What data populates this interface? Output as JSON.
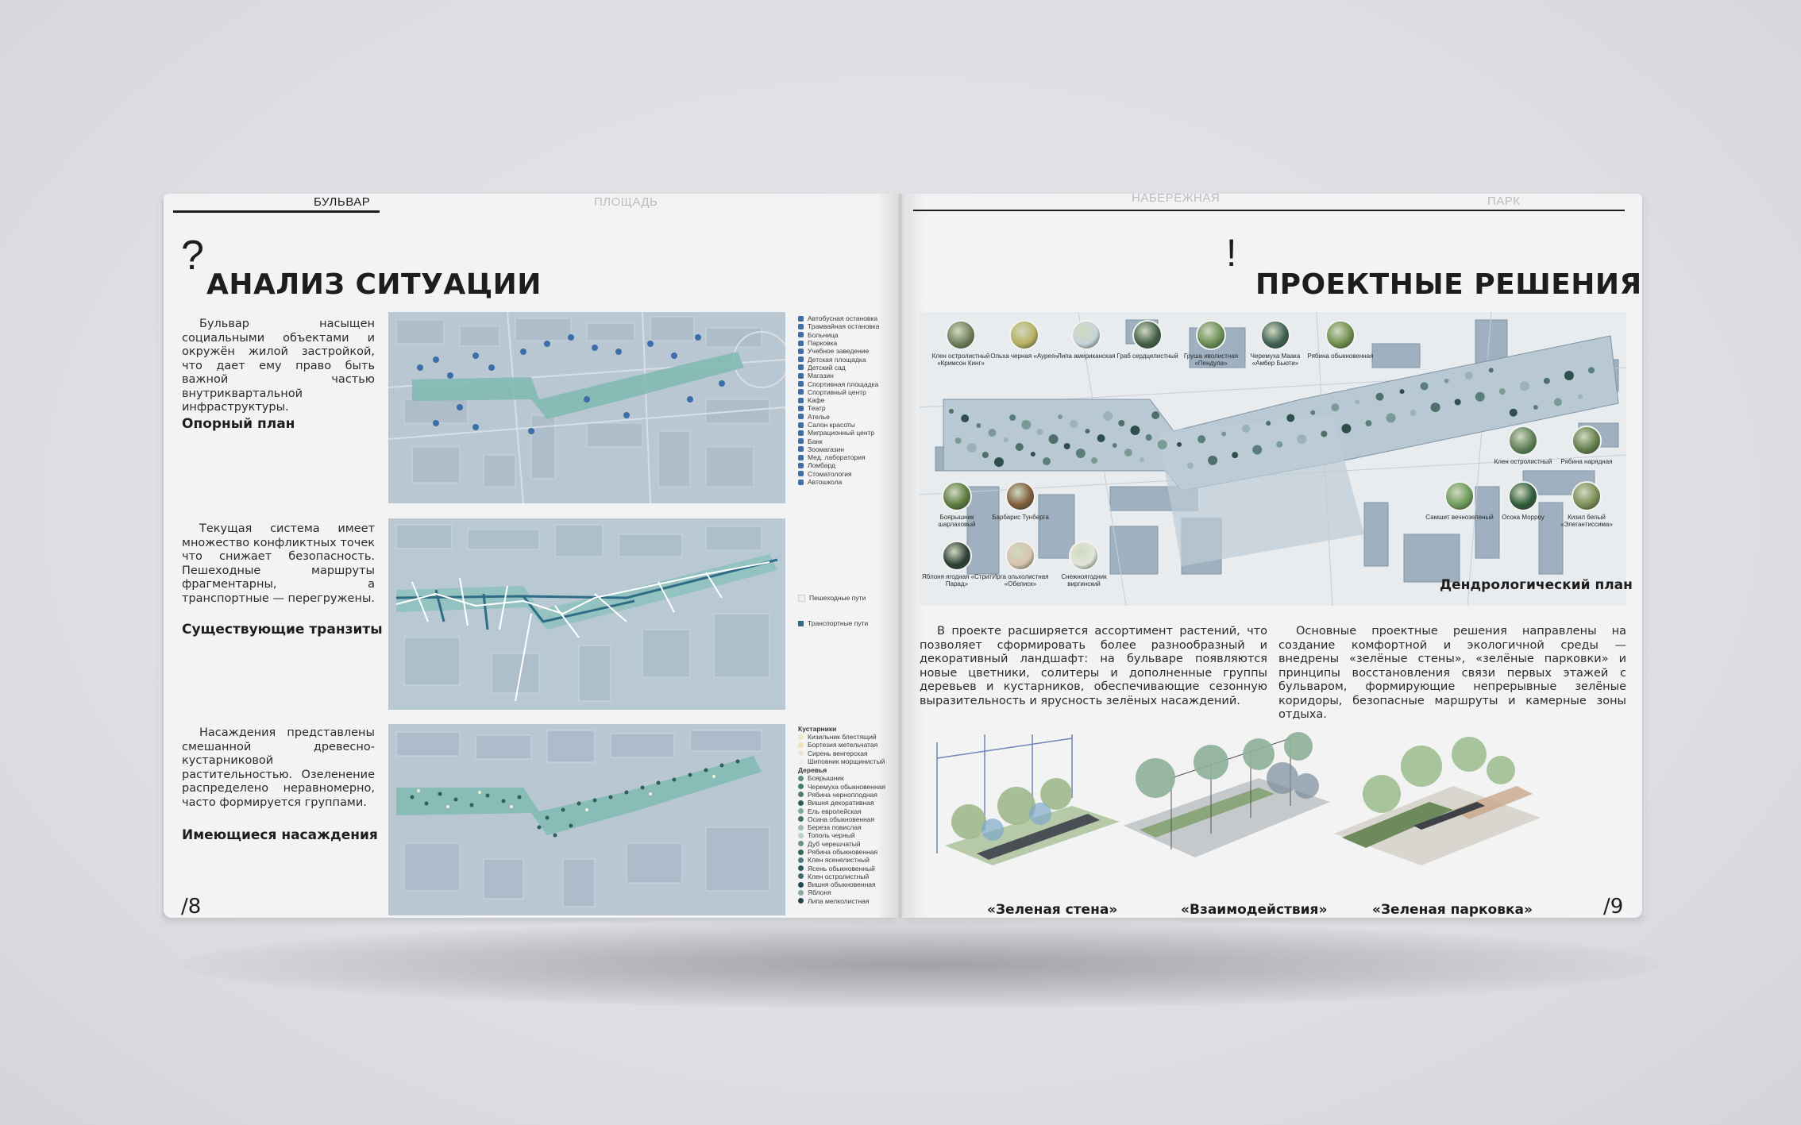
{
  "nav": {
    "left": [
      "БУЛЬВАР",
      "ПЛОЩАДЬ"
    ],
    "right": [
      "НАБЕРЕЖНАЯ",
      "ПАРК"
    ]
  },
  "left_page": {
    "mark": "?",
    "title": "АНАЛИЗ СИТУАЦИИ",
    "sections": [
      {
        "text": "Бульвар насыщен социальными объектами и окружён жилой застройкой, что дает ему право быть важной частью внутриквартальной инфраструктуры.",
        "heading": "Опорный план"
      },
      {
        "text": "Текущая система имеет множество конфликтных точек что снижает безопасность. Пешеходные маршруты фрагментарны, а транспортные — перегружены.",
        "heading": "Существующие транзиты"
      },
      {
        "text": "Насаждения представлены смешанной древесно-кустарниковой растительностью. Озеленение распределено неравномерно, часто формируется группами.",
        "heading": "Имеющиеся насаждения"
      }
    ],
    "page_number": "/8",
    "legend1": [
      "Автобусная остановка",
      "Трамвайная остановка",
      "Больница",
      "Парковка",
      "Учебное заведение",
      "Детская площадка",
      "Детский сад",
      "Магазин",
      "Спортивная площадка",
      "Спортивный центр",
      "Кафе",
      "Театр",
      "Ателье",
      "Салон красоты",
      "Миграционный центр",
      "Банк",
      "Зоомагазин",
      "Мед. лаборатория",
      "Ломбард",
      "Стоматология",
      "Автошкола"
    ],
    "legend2": [
      "Пешеходные пути",
      "Транспортные пути"
    ],
    "legend3": {
      "shrubs_title": "Кустарники",
      "shrubs": [
        "Кизильник блестящий",
        "Бортезия метельчатая",
        "Сирень венгерская",
        "Шиповник морщинистый"
      ],
      "trees_title": "Деревья",
      "trees": [
        "Боярышник",
        "Черемуха обыкновенная",
        "Рябина черноплодная",
        "Вишня декоративная",
        "Ель европейская",
        "Осина обыкновенная",
        "Береза повислая",
        "Тополь черный",
        "Дуб черешчатый",
        "Рябина обыкновенная",
        "Клен ясенелистный",
        "Ясень обыкновенный",
        "Клен остролистный",
        "Вишня обыкновенная",
        "Яблоня",
        "Липа мелколистная"
      ]
    }
  },
  "right_page": {
    "mark": "!",
    "title": "ПРОЕКТНЫЕ РЕШЕНИЯ",
    "plan_title": "Дендрологический план",
    "plant_labels_top": [
      "Клен остролистный «Кримсон Кинг»",
      "Ольха черная «Аурея»",
      "Липа американская",
      "Граб сердцелистный",
      "Груша иволистная «Пендула»",
      "Черемуха Маака «Амбер Бьюти»",
      "Рябина обыкновенная"
    ],
    "plant_labels_left": [
      "Боярышник шарлаховый",
      "Барбарис Тунберга",
      "Яблоня ягодная «Стрит Парад»",
      "Ирга ольхолистная «Обелиск»",
      "Снежноягодник виргинский"
    ],
    "plant_labels_right": [
      "Клен остролистный",
      "Рябина нарядная",
      "Самшит вечнозеленый",
      "Осока Морроу",
      "Кизил белый «Элегантиссима»"
    ],
    "text_left": "В проекте расширяется ассортимент растений, что позволяет сформировать более разнообразный и декоративный ландшафт: на бульваре появляются новые цветники, солитеры и дополненные группы деревьев и кустарников, обеспечивающие сезонную выразительность и ярусность зелёных насаждений.",
    "text_right": "Основные проектные решения направлены на создание комфортной и экологичной среды — внедрены «зелёные стены», «зелёные парковки» и принципы восстановления связи первых этажей с бульваром, формирующие непрерывные зелёные коридоры, безопасные маршруты и камерные зоны отдыха.",
    "captions": [
      "«Зеленая стена»",
      "«Взаимодействия»",
      "«Зеленая парковка»"
    ],
    "page_number": "/9"
  }
}
